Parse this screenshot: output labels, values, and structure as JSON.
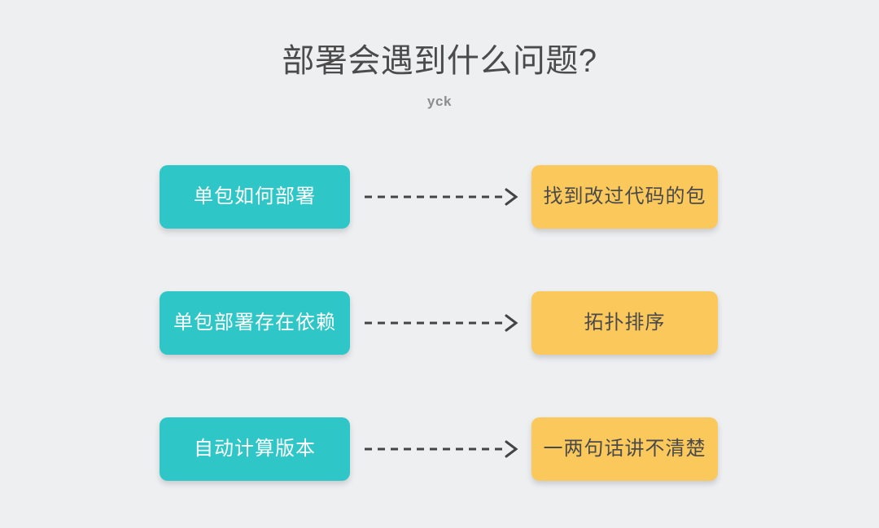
{
  "header": {
    "title": "部署会遇到什么问题?",
    "subtitle": "yck"
  },
  "colors": {
    "background": "#eeeff1",
    "source_box": "#2ec6c6",
    "target_box": "#fbc85c",
    "title_text": "#4b4b4b",
    "subtitle_text": "#8d8d8d",
    "source_text": "#ffffff",
    "target_text": "#4a4a4a",
    "arrow": "#444444"
  },
  "flow": {
    "rows": [
      {
        "source": "单包如何部署",
        "connector": "dashed-arrow-right",
        "target": "找到改过代码的包"
      },
      {
        "source": "单包部署存在依赖",
        "connector": "dashed-arrow-right",
        "target": "拓扑排序"
      },
      {
        "source": "自动计算版本",
        "connector": "dashed-arrow-right",
        "target": "一两句话讲不清楚"
      }
    ]
  }
}
